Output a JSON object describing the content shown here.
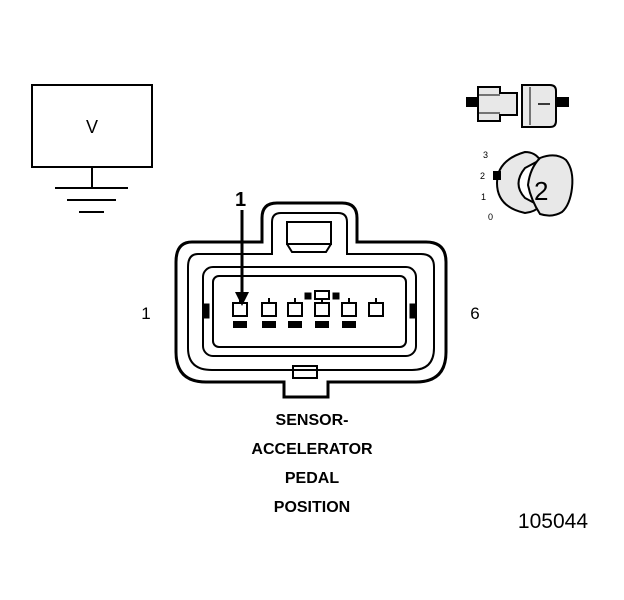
{
  "meter": {
    "label": "V"
  },
  "callouts": {
    "arrow_number": "1",
    "probe_tip_number": "2"
  },
  "connector": {
    "end_pin_left": "1",
    "end_pin_right": "6",
    "name_lines": [
      "SENSOR-",
      "ACCELERATOR",
      "PEDAL",
      "POSITION"
    ]
  },
  "probe_dial": {
    "ticks": [
      "3",
      "2",
      "1",
      "0"
    ]
  },
  "figure_number": "105044",
  "colors": {
    "ink": "#000000",
    "paper": "#ffffff",
    "probe_fill": "#e8e8e8"
  }
}
